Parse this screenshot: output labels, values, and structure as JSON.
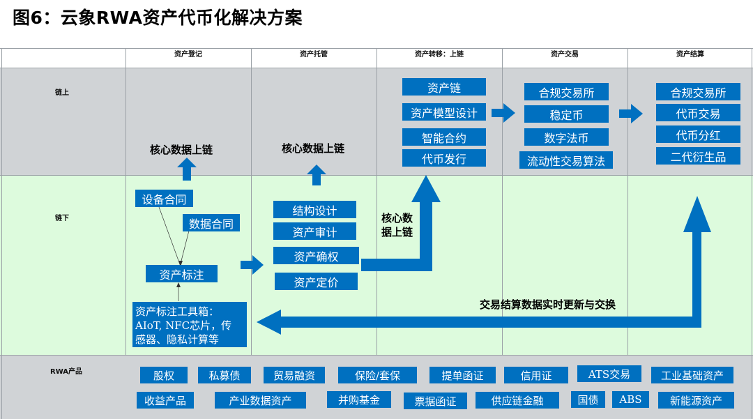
{
  "title": "图6：云象RWA资产代币化解决方案",
  "columns": [
    "资产登记",
    "资产托管",
    "资产转移：上链",
    "资产交易",
    "资产结算"
  ],
  "rows": {
    "onchain": "链上",
    "offchain": "链下",
    "products": "RWA产品"
  },
  "onchain": {
    "col1_text": "核心数据上链",
    "col2_text": "核心数据上链",
    "col3": [
      "资产链",
      "资产模型设计",
      "智能合约",
      "代币发行"
    ],
    "col4": [
      "合规交易所",
      "稳定币",
      "数字法币",
      "流动性交易算法"
    ],
    "col5": [
      "合规交易所",
      "代币交易",
      "代币分红",
      "二代衍生品"
    ]
  },
  "offchain": {
    "device_contract": "设备合同",
    "data_contract": "数据合同",
    "asset_tag": "资产标注",
    "toolbox": "资产标注工具箱：\nAIoT, NFC芯片，传\n感器、隐私计算等",
    "col2": [
      "结构设计",
      "资产审计",
      "资产确权",
      "资产定价"
    ],
    "core_data_label": "核心数\n据上链",
    "exchange_label": "交易结算数据实时更新与交换"
  },
  "products": {
    "row1": [
      "股权",
      "私募债",
      "贸易融资",
      "保险/套保",
      "提单函证",
      "信用证",
      "ATS交易",
      "工业基础资产"
    ],
    "row2": [
      "收益产品",
      "产业数据资产",
      "并购基金",
      "票据函证",
      "供应链金融",
      "国债",
      "ABS",
      "新能源资产"
    ]
  },
  "colors": {
    "box": "#0070c0",
    "arrow": "#0070c0",
    "band_gray": "#d0d3d6",
    "band_green": "#ddfbdd"
  }
}
